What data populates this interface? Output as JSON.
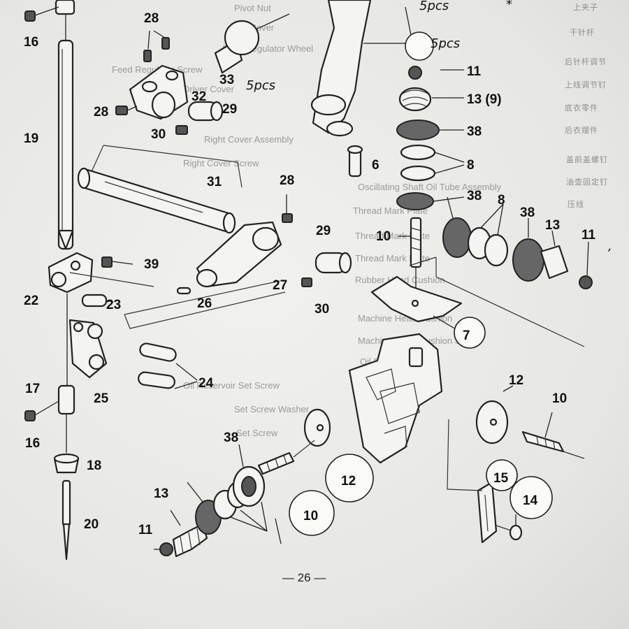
{
  "background_list": {
    "lines": [
      "Pivot Nut",
      "Cap Cover",
      "Feed Regulator Wheel",
      "Feed Regulator Screw",
      "Driver Cover",
      "Right Cover Assembly",
      "Right Cover Screw",
      "Oscillating Shaft Oil Tube Assembly",
      "Thread Mark Plate",
      "Thread Mark Plate",
      "Thread Mark Plate",
      "Rubber Head Cushion",
      "Machine Head Cushion",
      "Machine Head Cushion Screw",
      "Oil Reservoir",
      "Oil Reservoir Set Screw",
      "Set Screw Washer",
      "Set Screw"
    ],
    "cjk": [
      "上夹子",
      "干针杆",
      "后针杆调节",
      "上线调节钉",
      "底衣零件",
      "后衣摆件",
      "盖前盖螺钉",
      "油壶固定钉",
      "压线"
    ]
  },
  "parts": {
    "p16a": "16",
    "p28a": "28",
    "p33": "33",
    "p32": "32",
    "p28b": "28",
    "p29a": "29",
    "p30a": "30",
    "p19": "19",
    "p31": "31",
    "p28c": "28",
    "p11a": "11",
    "p13a": "13 (9)",
    "p38a": "38",
    "p6": "6",
    "p8a": "8",
    "p38b": "38",
    "p10a": "10",
    "p8b": "8",
    "p38c": "38",
    "p13b": "13",
    "p11b": "11",
    "p29b": "29",
    "p39": "39",
    "p27": "27",
    "p30b": "30",
    "p22": "22",
    "p23": "23",
    "p26": "26",
    "p7": "7",
    "p24": "24",
    "p25": "25",
    "p12a": "12",
    "p10b": "10",
    "p17": "17",
    "p16b": "16",
    "p18": "18",
    "p38d": "38",
    "p12b": "12",
    "p13c": "13",
    "p10c": "10",
    "p15": "15",
    "p14": "14",
    "p20": "20",
    "p11c": "11"
  },
  "handwriting": {
    "top": "5pcs",
    "mid": "5pcs",
    "left": "5pcs"
  },
  "page_number": "— 26 —"
}
